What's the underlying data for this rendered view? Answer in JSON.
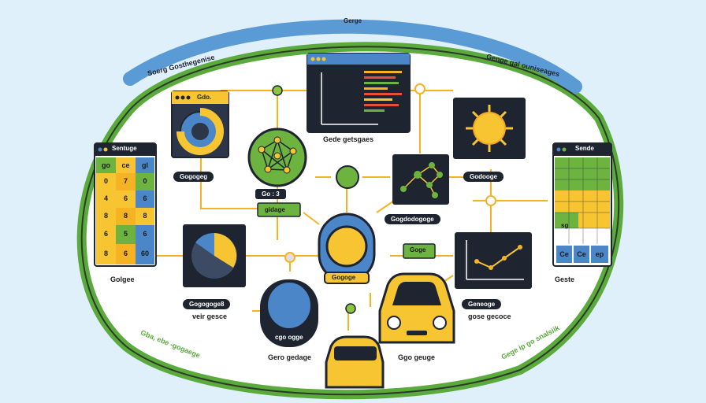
{
  "ring": {
    "top": "Gerge",
    "top_left": "Soerg Gosthegenise",
    "top_right": "Genge gal ouniseages",
    "bottom_left": "Gba, ebe -gogaege",
    "bottom_right": "Gege ip go snalsiik"
  },
  "nodes": {
    "left_spreadsheet": {
      "header": "Sentuge",
      "columns": [
        "go",
        "ce",
        "gl"
      ],
      "rows": [
        [
          "0",
          "7",
          "0"
        ],
        [
          "4",
          "6",
          "6"
        ],
        [
          "8",
          "8",
          "8"
        ],
        [
          "6",
          "5",
          "6"
        ],
        [
          "8",
          "6",
          "60"
        ]
      ],
      "caption": "Golgee"
    },
    "gauge_window": {
      "header": "Gdo.",
      "caption": "Gogogeg"
    },
    "network": {
      "caption": "Gede getsgaes"
    },
    "code_window": {},
    "hub_label": "Go : 3",
    "hub_badge": "gidage",
    "molecule": {
      "caption": "Gogdodogoge"
    },
    "sun": {
      "caption": "Godooge"
    },
    "right_spreadsheet": {
      "header": "Sende",
      "footer": [
        "Ce",
        "Ce",
        "ep"
      ],
      "caption": "Geste",
      "sub": "sg"
    },
    "pie": {
      "caption": "Gogogoge8",
      "subcaption": "veir gesce"
    },
    "robot": {
      "caption": "Gogoge"
    },
    "gege_badge": "Goge",
    "line_chart": {
      "caption": "Geneoge",
      "subcaption": "gose gecoce"
    },
    "capsule": {
      "label": "cgo ogge",
      "caption": "Gero gedage"
    },
    "car": {
      "caption": "Ggo geuge"
    }
  },
  "colors": {
    "background": "#dff0fb",
    "ring_green": "#5aab3c",
    "ring_blue": "#5b9bd5",
    "connector": "#f5b324",
    "dark": "#1e2430",
    "yellow": "#f7c531",
    "blue": "#4a86c8",
    "green": "#6cb33f"
  },
  "icons": [
    "gauge-icon",
    "network-icon",
    "sun-icon",
    "pie-chart-icon",
    "robot-icon",
    "capsule-icon",
    "car-icon",
    "molecule-icon",
    "line-chart-icon",
    "bar-chart-icon"
  ]
}
